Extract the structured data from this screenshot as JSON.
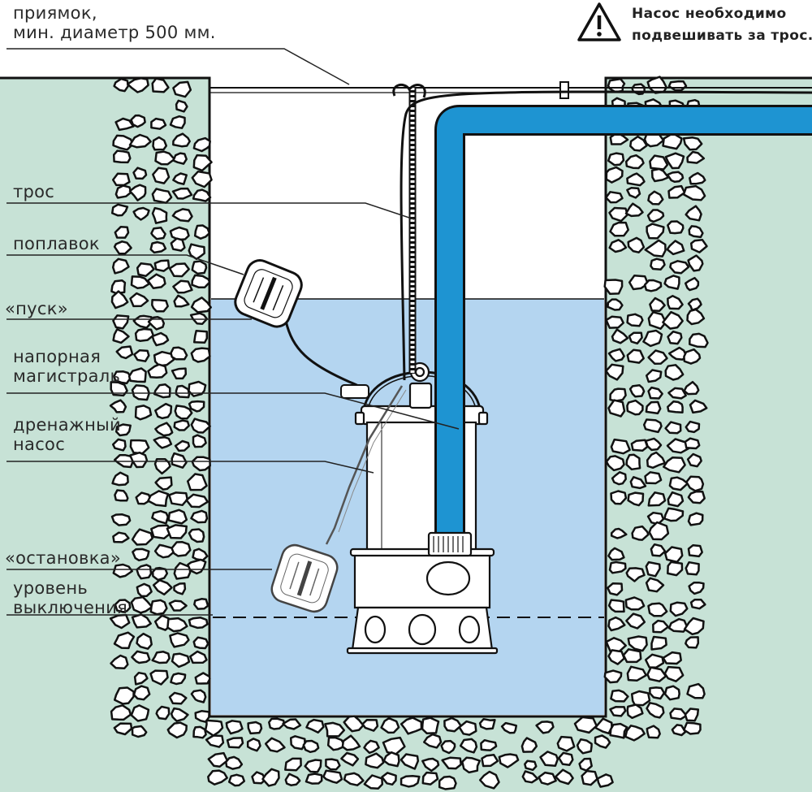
{
  "warning": {
    "line1": "Насос необходимо",
    "line2": "подвешивать за трос."
  },
  "labels": {
    "pit_line1": "приямок,",
    "pit_line2": "мин. диаметр 500 мм.",
    "cable": "трос",
    "float": "поплавок",
    "start": "«пуск»",
    "pressure_line1": "напорная",
    "pressure_line2": "магистраль",
    "pump_line1": "дренажный",
    "pump_line2": "насос",
    "stop": "«остановка»",
    "level_line1": "уровень",
    "level_line2": "выключения"
  },
  "colors": {
    "ground": "#c7e2d6",
    "water": "#b4d5f0",
    "pipe": "#1e94d2",
    "line": "#111111"
  },
  "icons": [
    "warning-icon"
  ]
}
